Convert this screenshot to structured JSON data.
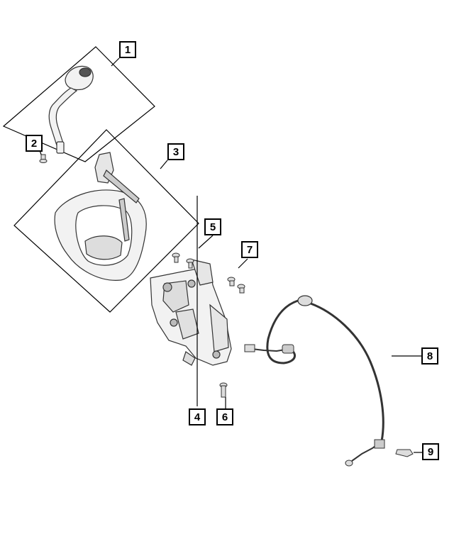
{
  "diagram": {
    "callouts": [
      {
        "id": "1",
        "label": "1"
      },
      {
        "id": "2",
        "label": "2"
      },
      {
        "id": "3",
        "label": "3"
      },
      {
        "id": "4",
        "label": "4"
      },
      {
        "id": "5",
        "label": "5"
      },
      {
        "id": "6",
        "label": "6"
      },
      {
        "id": "7",
        "label": "7"
      },
      {
        "id": "8",
        "label": "8"
      },
      {
        "id": "9",
        "label": "9"
      }
    ],
    "line_color": "#000000",
    "part_stroke": "#333333",
    "part_fill": "#f2f2f2"
  }
}
